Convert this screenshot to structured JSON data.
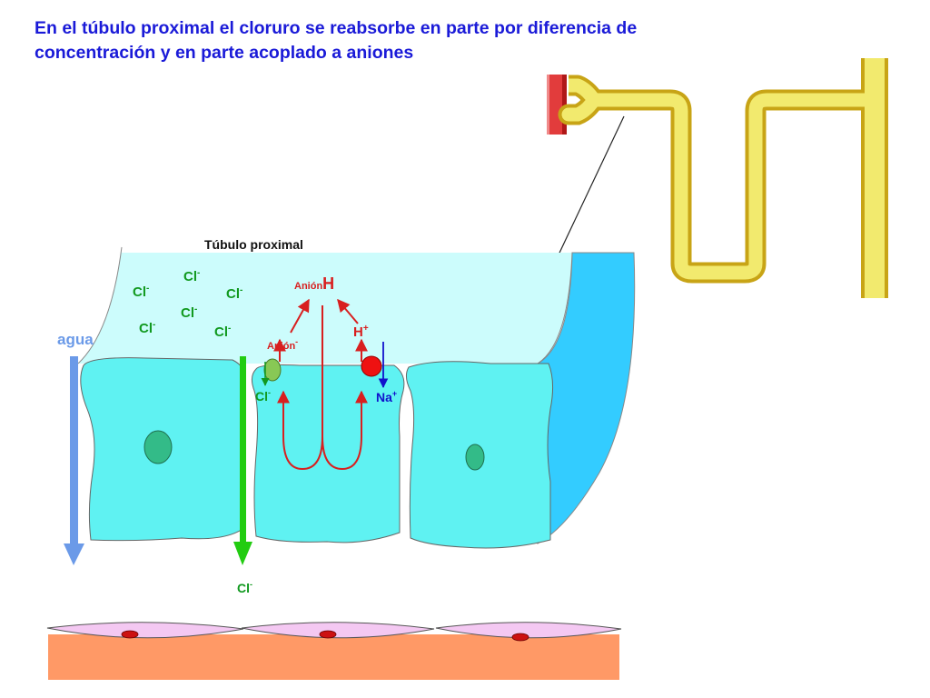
{
  "title": {
    "line1": "En el túbulo proximal el cloruro se reabsorbe en parte por diferencia de",
    "line2": "concentración y en parte acoplado a aniones"
  },
  "labels": {
    "tubule": "Túbulo proximal",
    "water": "agua",
    "cl_base": "Cl",
    "minus": "-",
    "plus": "+",
    "anion_h_base": "Anión",
    "anion_h_h": "H",
    "anion_minus_base": "Anión",
    "h_base": "H",
    "na_base": "Na"
  },
  "colors": {
    "title": "#1a1ad8",
    "chloride": "#11991f",
    "anion": "#d81f1f",
    "sodium": "#1111cc",
    "water_arrow": "#6b9ae8",
    "chloride_arrow": "#22cc11",
    "lumen": "#ccfcfc",
    "cells": "#5ff2f2",
    "tubule_wall": "#33ccff",
    "interstitium": "#ff9966",
    "capillary_cell": "#f4c8f2",
    "nephron": "#f2ea6e",
    "nephron_outline": "#c8a416",
    "vessel": "#e23c3c"
  }
}
